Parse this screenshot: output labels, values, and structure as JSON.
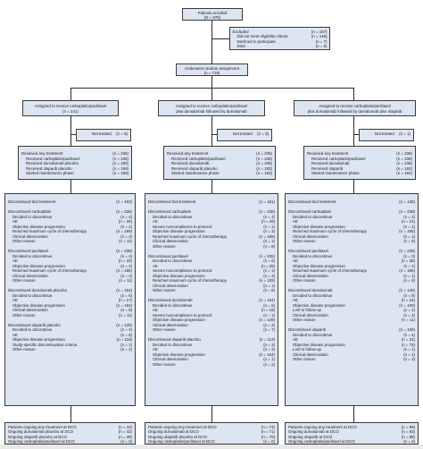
{
  "enrolled": {
    "label": "Patients enrolled",
    "n": "(N = 875)"
  },
  "excluded": {
    "lines": [
      {
        "label": "Excluded",
        "n": "(n = 157)",
        "indent": false
      },
      {
        "label": "Did not meet eligibility criteria",
        "n": "(n = 145)",
        "indent": true
      },
      {
        "label": "Declined to participate",
        "n": "(n = 7)",
        "indent": true
      },
      {
        "label": "Died",
        "n": "(n = 5)",
        "indent": true
      }
    ]
  },
  "randomized": {
    "label": "Underwent random assignment",
    "n": "(n = 718)"
  },
  "arms": [
    {
      "assign": {
        "l1": "Assigned to receive carboplatin/paclitaxel",
        "l2": "(n = 241)"
      },
      "not_treated": {
        "label": "Not treated",
        "n": "(n = 5)"
      },
      "received": [
        {
          "label": "Received any treatment",
          "n": "(n = 236)",
          "indent": false
        },
        {
          "label": "Received carboplatin/paclitaxel",
          "n": "(n = 236)",
          "indent": true
        },
        {
          "label": "Received durvalumab placebo",
          "n": "(n = 180)",
          "indent": true
        },
        {
          "label": "Received olaparib placebo",
          "n": "(n = 169)",
          "indent": true
        },
        {
          "label": "Started maintenance phase",
          "n": "(n = 169)",
          "indent": true
        }
      ],
      "discontinued": [
        {
          "label": "Discontinued trial treatment",
          "n": "(n = 193)",
          "indent": false
        },
        {
          "label": "",
          "n": "",
          "indent": false
        },
        {
          "label": "Discontinued carboplatin",
          "n": "(n = 236)",
          "indent": false
        },
        {
          "label": "Decided to discontinue",
          "n": "(n = 4)",
          "indent": true
        },
        {
          "label": "AE",
          "n": "(n = 20)",
          "indent": true
        },
        {
          "label": "Objective disease progression",
          "n": "(n = 2)",
          "indent": true
        },
        {
          "label": "Reached maximum cycle of chemotherapy",
          "n": "(n = 189)",
          "indent": true
        },
        {
          "label": "Clinical deterioration",
          "n": "(n = 2)",
          "indent": true
        },
        {
          "label": "Other reason",
          "n": "(n = 11)",
          "indent": true
        },
        {
          "label": "",
          "n": "",
          "indent": false
        },
        {
          "label": "Discontinued paclitaxel",
          "n": "(n = 236)",
          "indent": false
        },
        {
          "label": "Decided to discontinue",
          "n": "(n = 4)",
          "indent": true
        },
        {
          "label": "AE",
          "n": "(n = 20)",
          "indent": true
        },
        {
          "label": "Objective disease progression",
          "n": "(n = 2)",
          "indent": true
        },
        {
          "label": "Reached maximum cycle of chemotherapy",
          "n": "(n = 186)",
          "indent": true
        },
        {
          "label": "Clinical deterioration",
          "n": "(n = 2)",
          "indent": true
        },
        {
          "label": "Other reason",
          "n": "(n = 11)",
          "indent": true
        },
        {
          "label": "",
          "n": "",
          "indent": false
        },
        {
          "label": "Discontinued durvalumab placebo",
          "n": "(n = 194)",
          "indent": false
        },
        {
          "label": "Decided to discontinue",
          "n": "(n = 6)",
          "indent": true
        },
        {
          "label": "AE",
          "n": "(n = 17)",
          "indent": true
        },
        {
          "label": "Objective disease progression",
          "n": "(n = 152)",
          "indent": true
        },
        {
          "label": "Clinical deterioration",
          "n": "(n = 8)",
          "indent": true
        },
        {
          "label": "Other reason",
          "n": "(n = 11)",
          "indent": true
        },
        {
          "label": "",
          "n": "",
          "indent": false
        },
        {
          "label": "Discontinued olaparib placebo",
          "n": "(n = 130)",
          "indent": false
        },
        {
          "label": "Decided to discontinue",
          "n": "(n = 4)",
          "indent": true
        },
        {
          "label": "AE",
          "n": "(n = 5)",
          "indent": true
        },
        {
          "label": "Objective disease progression",
          "n": "(n = 119)",
          "indent": true
        },
        {
          "label": "Study-specific discontinuation criteria",
          "n": "(n = 1)",
          "indent": true
        },
        {
          "label": "Other reason",
          "n": "(n = 2)",
          "indent": true
        }
      ],
      "ongoing": [
        {
          "label": "Patients ongoing any treatment at DCO",
          "n": "(n = 42)"
        },
        {
          "label": "Ongoing durvalumab placebo at DCO",
          "n": "(n = 42)"
        },
        {
          "label": "Ongoing olaparib placebo at DCO",
          "n": "(n = 39)"
        },
        {
          "label": "Ongoing carboplatin/paclitaxel at DCO",
          "n": "(n = 0)"
        }
      ]
    },
    {
      "assign": {
        "l1": "Assigned to receive carboplatin/paclitaxel",
        "l2": "plus durvalumab followed by durvalumab"
      },
      "not_treated": {
        "label": "Not treated",
        "n": "(n = 3)"
      },
      "received": [
        {
          "label": "Received any treatment",
          "n": "(n = 235)",
          "indent": false
        },
        {
          "label": "Received carboplatin/paclitaxel",
          "n": "(n = 235)",
          "indent": true
        },
        {
          "label": "Received durvalumab",
          "n": "(n = 235)",
          "indent": true
        },
        {
          "label": "Received olaparib placebo",
          "n": "(n = 183)",
          "indent": true
        },
        {
          "label": "Started maintenance phase",
          "n": "(n = 183)",
          "indent": true
        }
      ],
      "discontinued": [
        {
          "label": "Discontinued trial treatment",
          "n": "(n = 161)",
          "indent": false
        },
        {
          "label": "",
          "n": "",
          "indent": false
        },
        {
          "label": "Discontinued carboplatin",
          "n": "(n = 235)",
          "indent": false
        },
        {
          "label": "Decided to discontinue",
          "n": "(n = 4)",
          "indent": true
        },
        {
          "label": "AE",
          "n": "(n = 29)",
          "indent": true
        },
        {
          "label": "Severe noncompliance to protocol",
          "n": "(n = 1)",
          "indent": true
        },
        {
          "label": "Objective disease progression",
          "n": "(n = 3)",
          "indent": true
        },
        {
          "label": "Reached maximum cycle of chemotherapy",
          "n": "(n = 189)",
          "indent": true
        },
        {
          "label": "Clinical deterioration",
          "n": "(n = 1)",
          "indent": true
        },
        {
          "label": "Other reason",
          "n": "(n = 8)",
          "indent": true
        },
        {
          "label": "",
          "n": "",
          "indent": false
        },
        {
          "label": "Discontinued paclitaxel",
          "n": "(n = 235)",
          "indent": false
        },
        {
          "label": "Decided to discontinue",
          "n": "(n = 6)",
          "indent": true
        },
        {
          "label": "AE",
          "n": "(n = 29)",
          "indent": true
        },
        {
          "label": "Severe noncompliance to protocol",
          "n": "(n = 1)",
          "indent": true
        },
        {
          "label": "Objective disease progression",
          "n": "(n = 3)",
          "indent": true
        },
        {
          "label": "Reached maximum cycle of chemotherapy",
          "n": "(n = 183)",
          "indent": true
        },
        {
          "label": "Clinical deterioration",
          "n": "(n = 1)",
          "indent": true
        },
        {
          "label": "Other reason",
          "n": "(n = 8)",
          "indent": true
        },
        {
          "label": "",
          "n": "",
          "indent": false
        },
        {
          "label": "Discontinued durvalumab",
          "n": "(n = 164)",
          "indent": false
        },
        {
          "label": "Decided to discontinue",
          "n": "(n = 5)",
          "indent": true
        },
        {
          "label": "AE",
          "n": "(n = 19)",
          "indent": true
        },
        {
          "label": "Severe noncompliance to protocol",
          "n": "(n = 1)",
          "indent": true
        },
        {
          "label": "Objective disease progression",
          "n": "(n = 129)",
          "indent": true
        },
        {
          "label": "Clinical deterioration",
          "n": "(n = 3)",
          "indent": true
        },
        {
          "label": "Other reason",
          "n": "(n = 7)",
          "indent": true
        },
        {
          "label": "",
          "n": "",
          "indent": false
        },
        {
          "label": "Discontinued olaparib placebo",
          "n": "(n = 113)",
          "indent": false
        },
        {
          "label": "Decided to discontinue",
          "n": "(n = 3)",
          "indent": true
        },
        {
          "label": "AE",
          "n": "(n = 3)",
          "indent": true
        },
        {
          "label": "Objective disease progression",
          "n": "(n = 104)",
          "indent": true
        },
        {
          "label": "Clinical deterioration",
          "n": "(n = 1)",
          "indent": true
        },
        {
          "label": "Other reason",
          "n": "(n = 2)",
          "indent": true
        }
      ],
      "ongoing": [
        {
          "label": "Patients ongoing any treatment at DCO",
          "n": "(n = 74)"
        },
        {
          "label": "Ongoing durvalumab at DCO",
          "n": "(n = 71)"
        },
        {
          "label": "Ongoing olaparib placebo at DCO",
          "n": "(n = 70)"
        },
        {
          "label": "Ongoing carboplatin/paclitaxel at DCO",
          "n": "(n = 0)"
        }
      ]
    },
    {
      "assign": {
        "l1": "Assigned to receive carboplatin/paclitaxel",
        "l2": "plus durvalumab followed by durvalumab plus olaparib"
      },
      "not_treated": {
        "label": "Not treated",
        "n": "(n = 1)"
      },
      "received": [
        {
          "label": "Received any treatment",
          "n": "(n = 238)",
          "indent": false
        },
        {
          "label": "Received carboplatin/paclitaxel",
          "n": "(n = 238)",
          "indent": true
        },
        {
          "label": "Received durvalumab",
          "n": "(n = 238)",
          "indent": true
        },
        {
          "label": "Received olaparib",
          "n": "(n = 192)",
          "indent": true
        },
        {
          "label": "Started maintenance phase",
          "n": "(n = 192)",
          "indent": true
        }
      ],
      "discontinued": [
        {
          "label": "Discontinued trial treatment",
          "n": "(n = 139)",
          "indent": false
        },
        {
          "label": "",
          "n": "",
          "indent": false
        },
        {
          "label": "Discontinued carboplatin",
          "n": "(n = 238)",
          "indent": false
        },
        {
          "label": "Decided to discontinue",
          "n": "(n = 2)",
          "indent": true
        },
        {
          "label": "AE",
          "n": "(n = 31)",
          "indent": true
        },
        {
          "label": "Objective disease progression",
          "n": "(n = 1)",
          "indent": true
        },
        {
          "label": "Reached maximum cycle of chemotherapy",
          "n": "(n = 195)",
          "indent": true
        },
        {
          "label": "Clinical deterioration",
          "n": "(n = 1)",
          "indent": true
        },
        {
          "label": "Other reason",
          "n": "(n = 8)",
          "indent": true
        },
        {
          "label": "",
          "n": "",
          "indent": false
        },
        {
          "label": "Discontinued paclitaxel",
          "n": "(n = 238)",
          "indent": false
        },
        {
          "label": "Decided to discontinue",
          "n": "(n = 3)",
          "indent": true
        },
        {
          "label": "AE",
          "n": "(n = 38)",
          "indent": true
        },
        {
          "label": "Objective disease progression",
          "n": "(n = 1)",
          "indent": true
        },
        {
          "label": "Reached maximum cycle of chemotherapy",
          "n": "(n = 186)",
          "indent": true
        },
        {
          "label": "Clinical deterioration",
          "n": "(n = 1)",
          "indent": true
        },
        {
          "label": "Other reason",
          "n": "(n = 9)",
          "indent": true
        },
        {
          "label": "",
          "n": "",
          "indent": false
        },
        {
          "label": "Discontinued durvalumab",
          "n": "(n = 146)",
          "indent": false
        },
        {
          "label": "Decided to discontinue",
          "n": "(n = 8)",
          "indent": true
        },
        {
          "label": "AE",
          "n": "(n = 24)",
          "indent": true
        },
        {
          "label": "Objective disease progression",
          "n": "(n = 100)",
          "indent": true
        },
        {
          "label": "Lost to follow-up",
          "n": "(n = 1)",
          "indent": true
        },
        {
          "label": "Clinical deterioration",
          "n": "(n = 2)",
          "indent": true
        },
        {
          "label": "Other reason",
          "n": "(n = 11)",
          "indent": true
        },
        {
          "label": "",
          "n": "",
          "indent": false
        },
        {
          "label": "Discontinued olaparib",
          "n": "(n = 106)",
          "indent": false
        },
        {
          "label": "Decided to discontinue",
          "n": "(n = 4)",
          "indent": true
        },
        {
          "label": "AE",
          "n": "(n = 21)",
          "indent": true
        },
        {
          "label": "Objective disease progression",
          "n": "(n = 76)",
          "indent": true
        },
        {
          "label": "Lost to follow-up",
          "n": "(n = 1)",
          "indent": true
        },
        {
          "label": "Clinical deterioration",
          "n": "(n = 1)",
          "indent": true
        },
        {
          "label": "Other reason",
          "n": "(n = 3)",
          "indent": true
        }
      ],
      "ongoing": [
        {
          "label": "Patients ongoing any treatment at DCO",
          "n": "(n = 99)"
        },
        {
          "label": "Ongoing durvalumab at DCO",
          "n": "(n = 92)"
        },
        {
          "label": "Ongoing olaparib at DCO",
          "n": "(n = 86)"
        },
        {
          "label": "Ongoing carboplatin/paclitaxel at DCO",
          "n": "(n = 0)"
        }
      ]
    }
  ]
}
